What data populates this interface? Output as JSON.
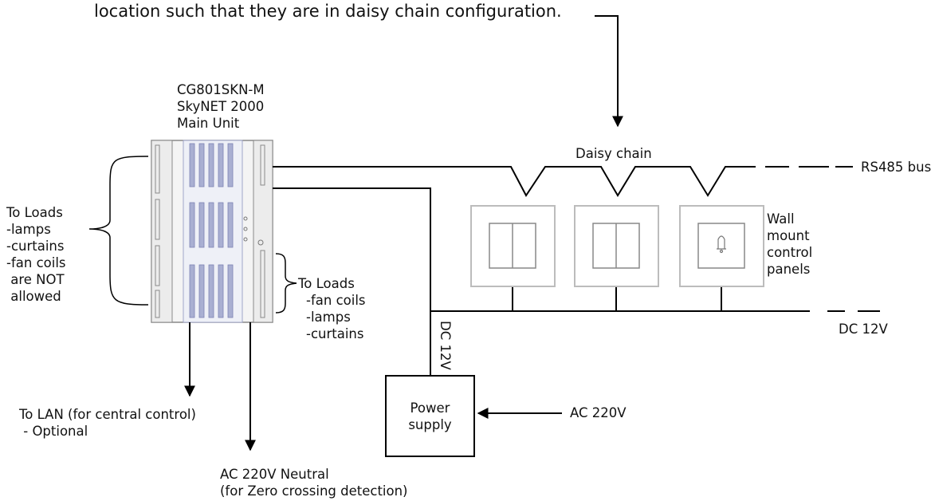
{
  "top_note": "location such that they are in daisy chain configuration.",
  "main_unit": {
    "model": "CG801SKN-M",
    "name": "SkyNET 2000",
    "desc": "Main Unit"
  },
  "loads_left": {
    "title": "To Loads",
    "items": [
      "-lamps",
      "-curtains",
      "-fan coils",
      " are NOT",
      " allowed"
    ]
  },
  "loads_right": {
    "title": "To Loads",
    "items": [
      "-fan coils",
      "-lamps",
      "-curtains"
    ]
  },
  "daisy_chain": "Daisy chain",
  "rs485": "RS485 bus",
  "wall_panels": [
    "Wall",
    "mount",
    "control",
    "panels"
  ],
  "dc_right": "DC 12V",
  "dc_vertical": "DC 12V",
  "power_supply": [
    "Power",
    "supply"
  ],
  "ac_in": "AC 220V",
  "lan": [
    "To LAN (for central control)",
    " - Optional"
  ],
  "neutral": [
    "AC 220V Neutral",
    "(for Zero crossing detection)"
  ],
  "colors": {
    "line": "#000000",
    "panel_border": "#bcbcbc",
    "unit_slot": "#9aa0c8",
    "unit_outline": "#8a8a8a"
  }
}
